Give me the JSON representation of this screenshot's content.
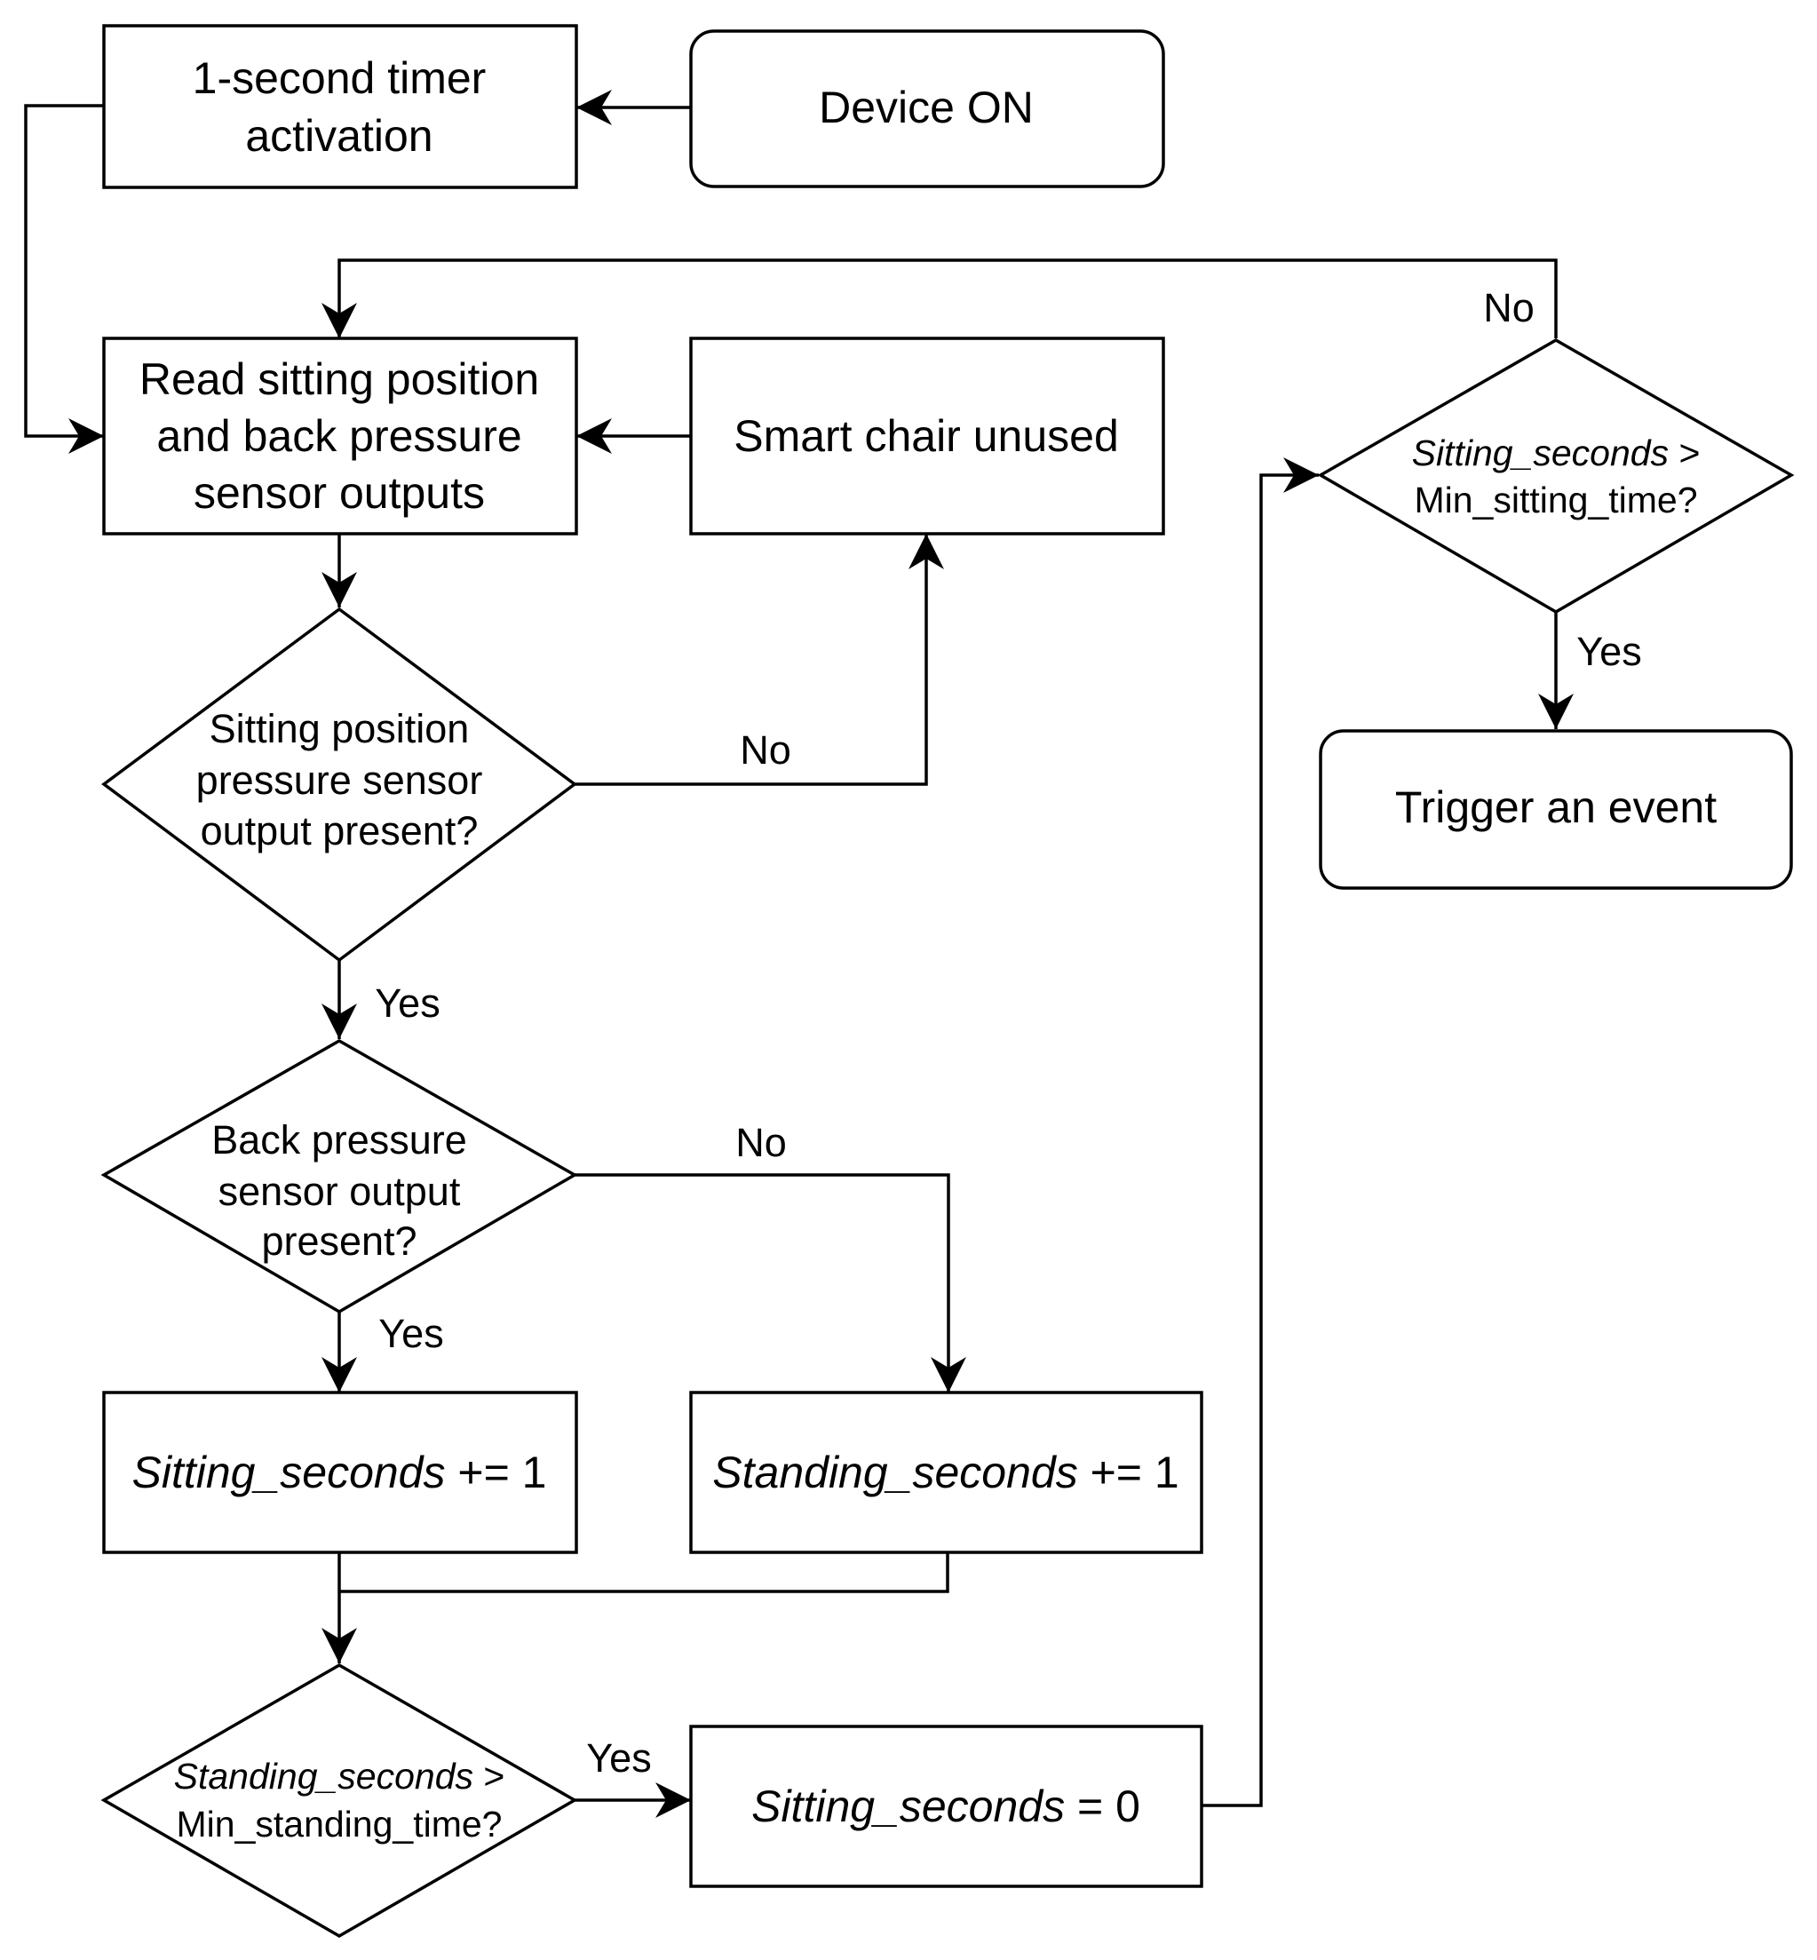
{
  "nodes": {
    "timer": {
      "lines": [
        "1-second timer",
        "activation"
      ]
    },
    "device_on": {
      "label": "Device ON"
    },
    "read_sensors": {
      "lines": [
        "Read sitting position",
        "and back pressure",
        "sensor outputs"
      ]
    },
    "chair_unused": {
      "label": "Smart chair unused"
    },
    "sitting_present": {
      "lines": [
        "Sitting position",
        "pressure sensor",
        "output present?"
      ]
    },
    "back_present": {
      "lines": [
        "Back pressure",
        "sensor output",
        "present?"
      ]
    },
    "sitting_inc": {
      "var": "Sitting_seconds",
      "op": " += 1"
    },
    "standing_inc": {
      "var": "Standing_seconds",
      "op": " += 1"
    },
    "standing_check": {
      "var": "Standing_seconds",
      "op": " >",
      "line2": "Min_standing_time?"
    },
    "sitting_reset": {
      "var": "Sitting_seconds",
      "op": " = 0"
    },
    "sitting_check": {
      "var": "Sitting_seconds",
      "op": " >",
      "line2": "Min_sitting_time?"
    },
    "trigger": {
      "label": "Trigger an event"
    }
  },
  "edge_labels": {
    "sitting_present_no": "No",
    "sitting_present_yes": "Yes",
    "back_present_no": "No",
    "back_present_yes": "Yes",
    "standing_check_yes": "Yes",
    "sitting_check_no": "No",
    "sitting_check_yes": "Yes"
  },
  "colors": {
    "stroke": "#000000",
    "fill": "#ffffff"
  }
}
